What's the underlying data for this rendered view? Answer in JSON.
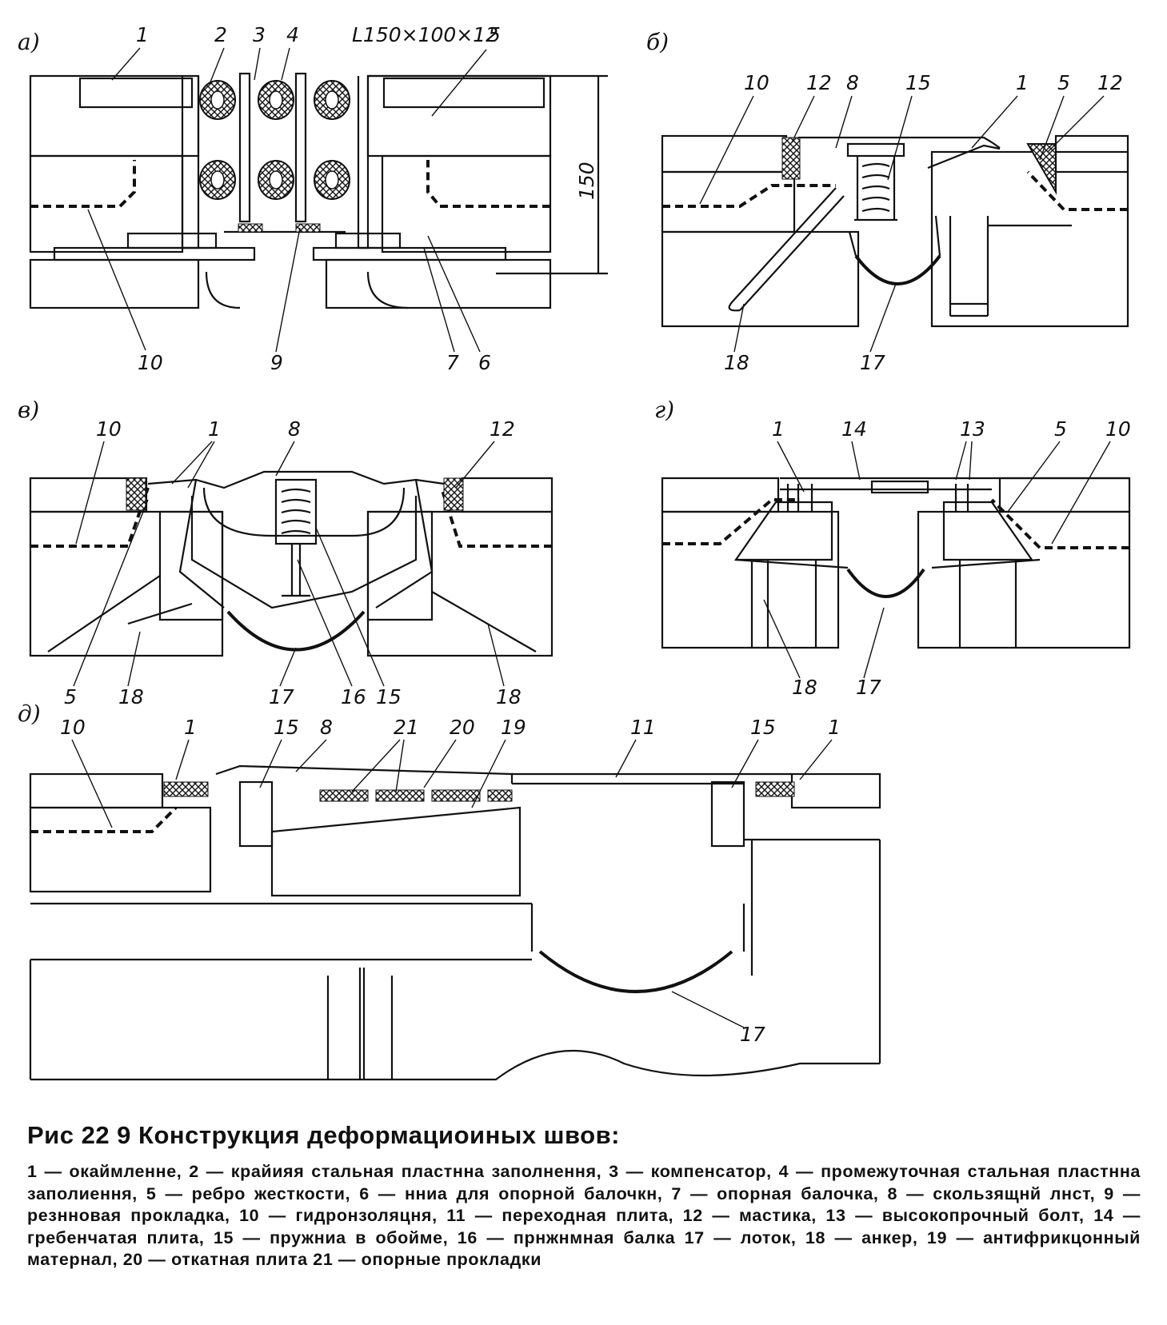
{
  "figure": {
    "panels": [
      {
        "id": "a",
        "letter": "а)",
        "labels": [
          "1",
          "2",
          "3",
          "4",
          "L150×100×12",
          "5",
          "150",
          "10",
          "9",
          "7",
          "6"
        ]
      },
      {
        "id": "b",
        "letter": "б)",
        "labels": [
          "10",
          "12",
          "8",
          "15",
          "1",
          "5",
          "12",
          "18",
          "17"
        ]
      },
      {
        "id": "v",
        "letter": "в)",
        "labels": [
          "10",
          "1",
          "8",
          "12",
          "5",
          "18",
          "17",
          "16",
          "15",
          "18"
        ]
      },
      {
        "id": "g",
        "letter": "г)",
        "labels": [
          "1",
          "14",
          "13",
          "5",
          "10",
          "18",
          "17"
        ]
      },
      {
        "id": "d",
        "letter": "д)",
        "labels": [
          "10",
          "1",
          "15",
          "8",
          "21",
          "20",
          "19",
          "11",
          "15",
          "1",
          "17"
        ]
      }
    ]
  },
  "caption": {
    "title": "Рис  22 9  Конструкция деформациоиных швов:",
    "legend": "1 — окаймленне, 2 — крайияя стальная пластнна заполнення, 3 — компенсатор, 4 — промежуточная стальная пластнна заполиення, 5 — ребро жесткости, 6 — нниа для опорной балочкн, 7 — опорная балочка, 8 — скользящнй лнст, 9 — резнновая прокладка, 10 — гидронзоляцня, 11 — переходная плита, 12 — мастика, 13 — высокопрочный болт, 14 — гребенчатая плита, 15 — пружниа в обойме, 16 — прнжнмная балка 17 — лоток, 18 — анкер, 19 — антифрикцонный матернал, 20 — откатная плита 21 — опорные прокладки"
  }
}
